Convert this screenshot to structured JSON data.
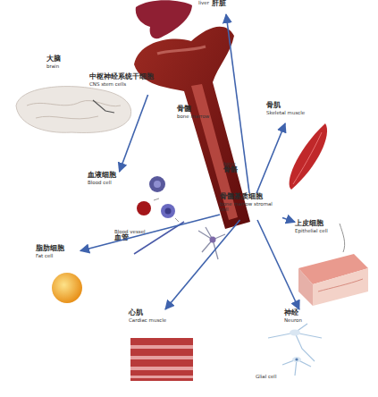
{
  "diagram": {
    "nodes": [
      {
        "text": [
          "liver",
          "肝脏"
        ]
      },
      {
        "text": [
          "大脑",
          "brain"
        ]
      },
      {
        "text": [
          "中枢神经系统干细胞",
          "CNS stem cells"
        ]
      },
      {
        "text": [
          "骨髓",
          "bone marrow"
        ]
      },
      {
        "text": [
          "骨肌",
          "Skeletal muscle"
        ]
      },
      {
        "text": [
          "bone",
          "骨骼"
        ]
      },
      {
        "text": [
          "血液细胞",
          "Blood cell"
        ]
      },
      {
        "text": [
          "骨髓基质细胞",
          "bone marrow stromal cell"
        ]
      },
      {
        "text": [
          "Blood vessel",
          "血管"
        ]
      },
      {
        "text": [
          "上皮细胞",
          "Epithelial cell"
        ]
      },
      {
        "text": [
          "脂肪细胞",
          "Fat cell"
        ]
      },
      {
        "text": [
          "心肌",
          "Cardiac muscle"
        ]
      },
      {
        "text": [
          "神经",
          "Neuron"
        ]
      },
      {
        "text": [
          "Glial cell"
        ]
      }
    ],
    "edges": [
      {
        "from": 7,
        "to": 0,
        "arrow": "to"
      },
      {
        "from": 7,
        "to": 4,
        "arrow": "to"
      },
      {
        "from": 7,
        "to": 9,
        "arrow": "to"
      },
      {
        "from": 7,
        "to": 12,
        "arrow": "to"
      },
      {
        "from": 7,
        "to": 11,
        "arrow": "to"
      },
      {
        "from": 7,
        "to": 10,
        "arrow": "to"
      },
      {
        "from": 2,
        "to": 6,
        "arrow": "to"
      }
    ]
  }
}
